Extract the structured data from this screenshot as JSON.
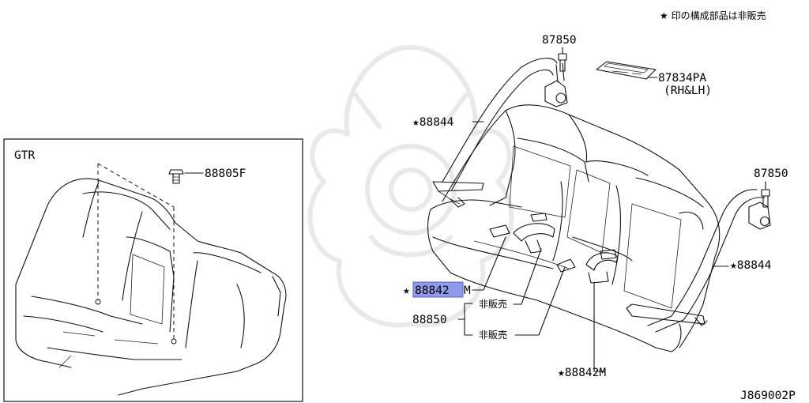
{
  "note": "★ 印の構成部品は非販売",
  "inset": {
    "title": "GTR",
    "part": "88805F"
  },
  "parts": {
    "p87850_top": "87850",
    "p87834pa": "87834PA",
    "p87834pa_sub": "(RH&LH)",
    "p88844_left": "★88844",
    "p87850_right": "87850",
    "p88844_right": "★88844",
    "p88842m_left_star": "★",
    "p88842m_left_hl": "88842",
    "p88842m_left_suffix": "M",
    "not_sold_1": "非販売",
    "p88850": "88850",
    "not_sold_2": "非販売",
    "p88842m_right": "★88842M"
  },
  "diagram_code": "J869002P"
}
